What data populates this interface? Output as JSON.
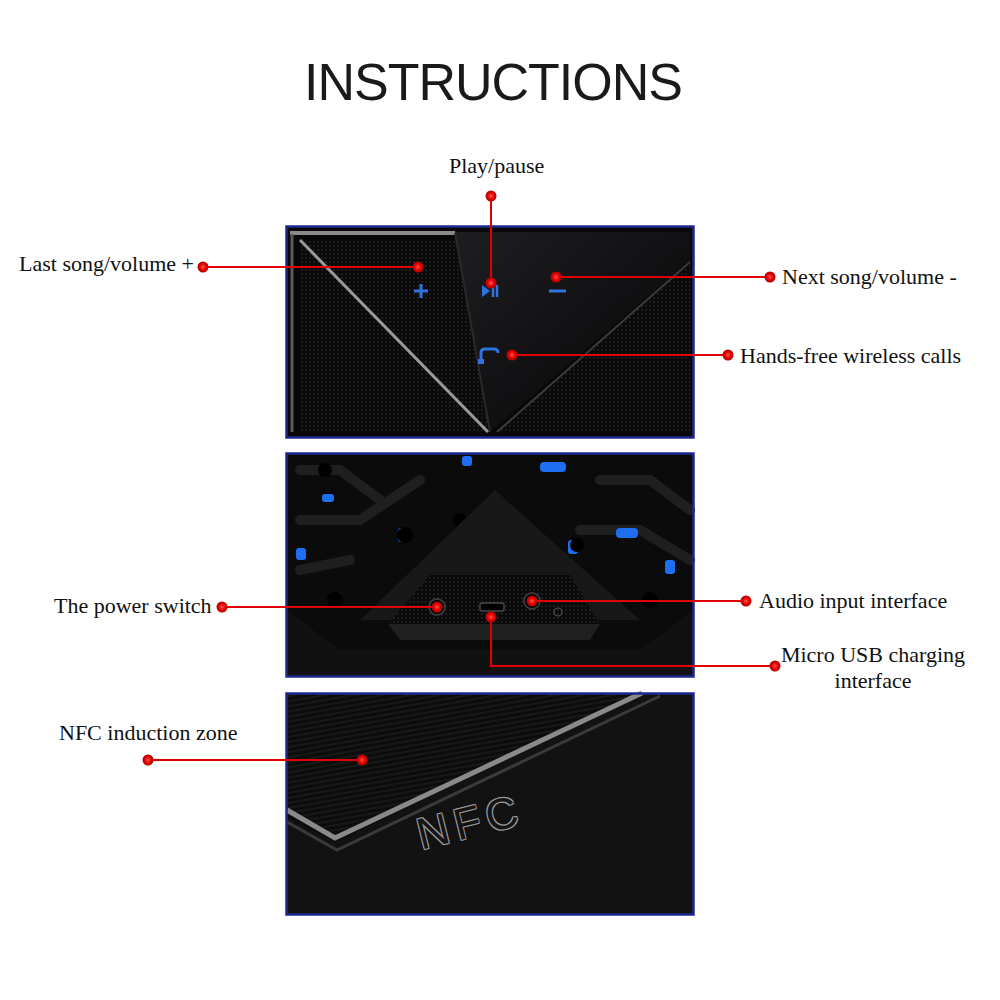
{
  "diagram": {
    "title": "INSTRUCTIONS",
    "labels": [
      "Play/pause",
      "Last song/volume +",
      "Next song/volume -",
      "Hands-free wireless calls",
      "The power switch",
      "Audio input interface",
      "Micro USB charging interface",
      "NFC induction zone",
      "NFC"
    ]
  }
}
